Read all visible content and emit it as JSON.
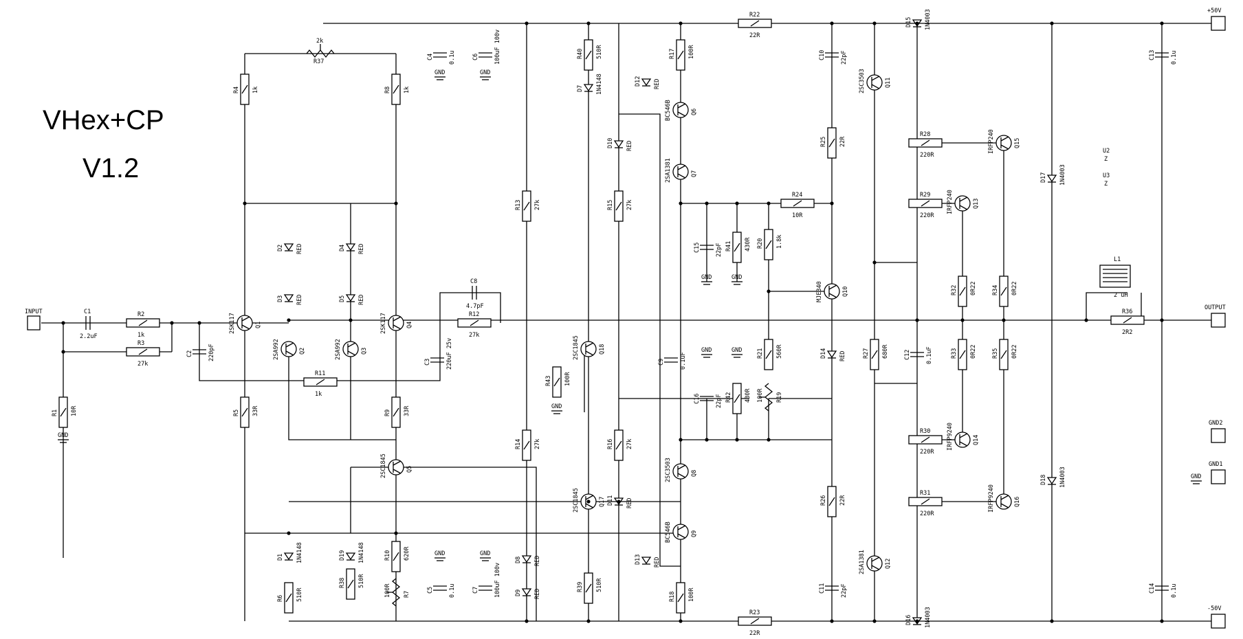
{
  "title": {
    "name": "VHex+CP",
    "version": "V1.2"
  },
  "rails": {
    "top": "+50V",
    "bottom": "-50V",
    "input": "INPUT",
    "output": "OUTPUT",
    "gnd1": "GND1",
    "gnd2": "GND2"
  },
  "resistors": [
    {
      "ref": "R1",
      "val": "10R"
    },
    {
      "ref": "R2",
      "val": "1k"
    },
    {
      "ref": "R3",
      "val": "27k"
    },
    {
      "ref": "R4",
      "val": "1k"
    },
    {
      "ref": "R5",
      "val": "33R"
    },
    {
      "ref": "R6",
      "val": "510R"
    },
    {
      "ref": "R8",
      "val": "1k"
    },
    {
      "ref": "R9",
      "val": "33R"
    },
    {
      "ref": "R10",
      "val": "620R"
    },
    {
      "ref": "R11",
      "val": "1k"
    },
    {
      "ref": "R12",
      "val": "27k"
    },
    {
      "ref": "R13",
      "val": "27k"
    },
    {
      "ref": "R14",
      "val": "27k"
    },
    {
      "ref": "R15",
      "val": "27k"
    },
    {
      "ref": "R16",
      "val": "27k"
    },
    {
      "ref": "R17",
      "val": "100R"
    },
    {
      "ref": "R18",
      "val": "100R"
    },
    {
      "ref": "R20",
      "val": "1.8k"
    },
    {
      "ref": "R21",
      "val": "560R"
    },
    {
      "ref": "R22",
      "val": "22R"
    },
    {
      "ref": "R23",
      "val": "22R"
    },
    {
      "ref": "R24",
      "val": "10R"
    },
    {
      "ref": "R25",
      "val": "22R"
    },
    {
      "ref": "R26",
      "val": "22R"
    },
    {
      "ref": "R27",
      "val": "680R"
    },
    {
      "ref": "R28",
      "val": "220R"
    },
    {
      "ref": "R29",
      "val": "220R"
    },
    {
      "ref": "R30",
      "val": "220R"
    },
    {
      "ref": "R31",
      "val": "220R"
    },
    {
      "ref": "R32",
      "val": "0R22"
    },
    {
      "ref": "R33",
      "val": "0R22"
    },
    {
      "ref": "R34",
      "val": "0R22"
    },
    {
      "ref": "R35",
      "val": "0R22"
    },
    {
      "ref": "R36",
      "val": "2R2"
    },
    {
      "ref": "R38",
      "val": "510R"
    },
    {
      "ref": "R39",
      "val": "510R"
    },
    {
      "ref": "R40",
      "val": "510R"
    },
    {
      "ref": "R41",
      "val": "430R"
    },
    {
      "ref": "R42",
      "val": "430R"
    },
    {
      "ref": "R43",
      "val": "100R"
    }
  ],
  "pots": [
    {
      "ref": "R37",
      "val": "2k"
    },
    {
      "ref": "R7",
      "val": "100R"
    },
    {
      "ref": "R19",
      "val": "100R"
    }
  ],
  "capacitors": [
    {
      "ref": "C1",
      "val": "2.2uF"
    },
    {
      "ref": "C2",
      "val": "220pF"
    },
    {
      "ref": "C3",
      "val": "220uF 25v"
    },
    {
      "ref": "C4",
      "val": "0.1u"
    },
    {
      "ref": "C5",
      "val": "0.1u"
    },
    {
      "ref": "C6",
      "val": "100uF 100v"
    },
    {
      "ref": "C7",
      "val": "100uF 100v"
    },
    {
      "ref": "C8",
      "val": "4.7pF"
    },
    {
      "ref": "C9",
      "val": "0.1uF"
    },
    {
      "ref": "C10",
      "val": "22pF"
    },
    {
      "ref": "C11",
      "val": "22pF"
    },
    {
      "ref": "C12",
      "val": "0.1uF"
    },
    {
      "ref": "C13",
      "val": "0.1u"
    },
    {
      "ref": "C14",
      "val": "0.1u"
    },
    {
      "ref": "C15",
      "val": "22pF"
    },
    {
      "ref": "C16",
      "val": "22pF"
    }
  ],
  "diodes": [
    {
      "ref": "D1",
      "val": "1N4148"
    },
    {
      "ref": "D2",
      "val": "RED"
    },
    {
      "ref": "D3",
      "val": "RED"
    },
    {
      "ref": "D4",
      "val": "RED"
    },
    {
      "ref": "D5",
      "val": "RED"
    },
    {
      "ref": "D7",
      "val": "1N4148"
    },
    {
      "ref": "D8",
      "val": "RED"
    },
    {
      "ref": "D9",
      "val": "RED"
    },
    {
      "ref": "D10",
      "val": "RED"
    },
    {
      "ref": "D11",
      "val": "RED"
    },
    {
      "ref": "D12",
      "val": "RED"
    },
    {
      "ref": "D13",
      "val": "RED"
    },
    {
      "ref": "D14",
      "val": "RED"
    },
    {
      "ref": "D15",
      "val": "1N4003"
    },
    {
      "ref": "D16",
      "val": "1N4003"
    },
    {
      "ref": "D17",
      "val": "1N4003"
    },
    {
      "ref": "D18",
      "val": "1N4003"
    },
    {
      "ref": "D19",
      "val": "1N4148"
    }
  ],
  "transistors": [
    {
      "ref": "Q1",
      "val": "2SK117"
    },
    {
      "ref": "Q4",
      "val": "2SK117"
    },
    {
      "ref": "Q2",
      "val": "2SA992"
    },
    {
      "ref": "Q3",
      "val": "2SA992"
    },
    {
      "ref": "Q5",
      "val": "2SC1845"
    },
    {
      "ref": "Q6",
      "val": "BC546B"
    },
    {
      "ref": "Q7",
      "val": "2SA1381"
    },
    {
      "ref": "Q8",
      "val": "2SC3503"
    },
    {
      "ref": "Q9",
      "val": "BC546B"
    },
    {
      "ref": "Q10",
      "val": "MJE340"
    },
    {
      "ref": "Q11",
      "val": "2SC3503"
    },
    {
      "ref": "Q12",
      "val": "2SA1381"
    },
    {
      "ref": "Q13",
      "val": "IRFP240"
    },
    {
      "ref": "Q14",
      "val": "IRFP9240"
    },
    {
      "ref": "Q15",
      "val": "IRFP240"
    },
    {
      "ref": "Q16",
      "val": "IRFP9240"
    },
    {
      "ref": "Q17",
      "val": "2SC1845"
    },
    {
      "ref": "Q18",
      "val": "2SC1845"
    }
  ],
  "misc": {
    "l1_ref": "L1",
    "l1_val": "2 uH",
    "u2": "U2",
    "u3": "U3",
    "z": "Z",
    "gnd": "GND"
  }
}
